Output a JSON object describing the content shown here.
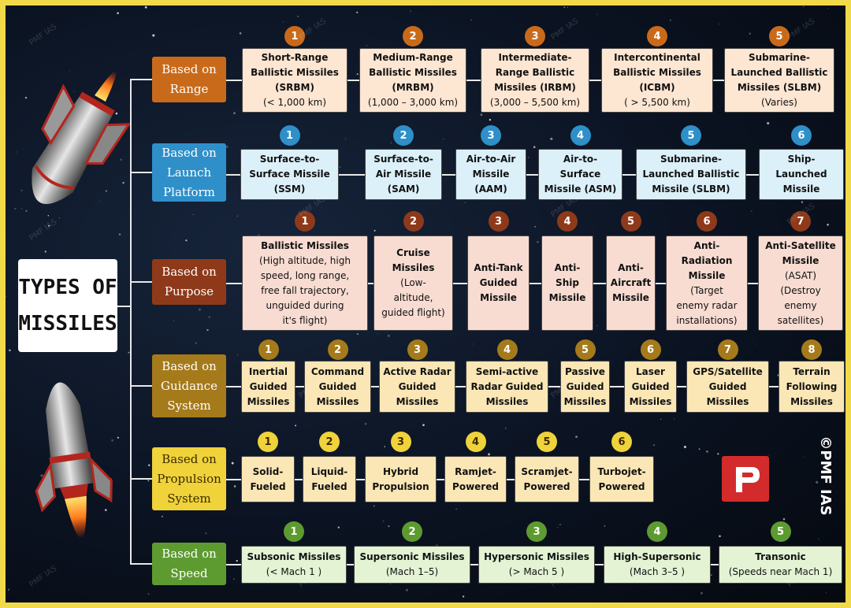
{
  "title": {
    "line1": "TYPES OF",
    "line2": "MISSILES"
  },
  "copyright": "©PMF IAS",
  "watermark": "PMF IAS",
  "colors": {
    "range": {
      "cat": "#c96a1b",
      "box": "#fde6d2",
      "circ": "#c96a1b"
    },
    "launch": {
      "cat": "#2e8fc9",
      "box": "#dcf0fa",
      "circ": "#2e8fc9"
    },
    "purpose": {
      "cat": "#8e3a1a",
      "box": "#f8dcd2",
      "circ": "#8e3a1a"
    },
    "guidance": {
      "cat": "#a57a1b",
      "box": "#fbe7b5",
      "circ": "#a57a1b"
    },
    "propulsion": {
      "cat": "#f0d23a",
      "box": "#fbe7b5",
      "circ": "#f0d23a"
    },
    "speed": {
      "cat": "#5d9b31",
      "box": "#e3f3d3",
      "circ": "#5d9b31"
    }
  },
  "categories": [
    {
      "key": "range",
      "label_lines": [
        "Based on",
        "Range"
      ],
      "items": [
        {
          "num": "1",
          "lines": [
            {
              "t": "Short-Range",
              "b": true
            },
            {
              "t": "Ballistic Missiles",
              "b": true
            },
            {
              "t": "(SRBM)",
              "b": true
            },
            {
              "t": "(< 1,000 km)",
              "b": false
            }
          ]
        },
        {
          "num": "2",
          "lines": [
            {
              "t": "Medium-Range",
              "b": true
            },
            {
              "t": "Ballistic Missiles",
              "b": true
            },
            {
              "t": "(MRBM)",
              "b": true
            },
            {
              "t": "(1,000 – 3,000 km)",
              "b": false
            }
          ]
        },
        {
          "num": "3",
          "lines": [
            {
              "t": "Intermediate-",
              "b": true
            },
            {
              "t": "Range Ballistic",
              "b": true
            },
            {
              "t": "Missiles (IRBM)",
              "b": true
            },
            {
              "t": "(3,000 – 5,500 km)",
              "b": false
            }
          ]
        },
        {
          "num": "4",
          "lines": [
            {
              "t": "Intercontinental",
              "b": true
            },
            {
              "t": "Ballistic Missiles",
              "b": true
            },
            {
              "t": "(ICBM)",
              "b": true
            },
            {
              "t": "( > 5,500 km)",
              "b": false
            }
          ]
        },
        {
          "num": "5",
          "lines": [
            {
              "t": "Submarine-",
              "b": true
            },
            {
              "t": "Launched Ballistic",
              "b": true
            },
            {
              "t": "Missiles (SLBM)",
              "b": true
            },
            {
              "t": "(Varies)",
              "b": false
            }
          ]
        }
      ]
    },
    {
      "key": "launch",
      "label_lines": [
        "Based on",
        "Launch",
        "Platform"
      ],
      "items": [
        {
          "num": "1",
          "lines": [
            {
              "t": "Surface-to-",
              "b": true
            },
            {
              "t": "Surface Missile",
              "b": true
            },
            {
              "t": "(SSM)",
              "b": true
            }
          ]
        },
        {
          "num": "2",
          "lines": [
            {
              "t": "Surface-to-",
              "b": true
            },
            {
              "t": "Air Missile",
              "b": true
            },
            {
              "t": "(SAM)",
              "b": true
            }
          ]
        },
        {
          "num": "3",
          "lines": [
            {
              "t": "Air-to-Air",
              "b": true
            },
            {
              "t": "Missile",
              "b": true
            },
            {
              "t": "(AAM)",
              "b": true
            }
          ]
        },
        {
          "num": "4",
          "lines": [
            {
              "t": "Air-to-",
              "b": true
            },
            {
              "t": "Surface",
              "b": true
            },
            {
              "t": "Missile (ASM)",
              "b": true
            }
          ]
        },
        {
          "num": "5",
          "lines": [
            {
              "t": "Submarine-",
              "b": true
            },
            {
              "t": "Launched Ballistic",
              "b": true
            },
            {
              "t": "Missile (SLBM)",
              "b": true
            }
          ]
        },
        {
          "num": "6",
          "lines": [
            {
              "t": "Ship-",
              "b": true
            },
            {
              "t": "Launched",
              "b": true
            },
            {
              "t": "Missile",
              "b": true
            }
          ]
        }
      ]
    },
    {
      "key": "purpose",
      "label_lines": [
        "Based on",
        "Purpose"
      ],
      "items": [
        {
          "num": "1",
          "lines": [
            {
              "t": "Ballistic Missiles",
              "b": true
            },
            {
              "t": "(High altitude, high",
              "b": false
            },
            {
              "t": "speed, long range,",
              "b": false
            },
            {
              "t": "free fall trajectory,",
              "b": false
            },
            {
              "t": "unguided during",
              "b": false
            },
            {
              "t": "it's flight)",
              "b": false
            }
          ]
        },
        {
          "num": "2",
          "lines": [
            {
              "t": "Cruise",
              "b": true
            },
            {
              "t": "Missiles",
              "b": true
            },
            {
              "t": "(Low-",
              "b": false
            },
            {
              "t": "altitude,",
              "b": false
            },
            {
              "t": "guided flight)",
              "b": false
            }
          ]
        },
        {
          "num": "3",
          "lines": [
            {
              "t": "Anti-Tank",
              "b": true
            },
            {
              "t": "Guided",
              "b": true
            },
            {
              "t": "Missile",
              "b": true
            }
          ]
        },
        {
          "num": "4",
          "lines": [
            {
              "t": "Anti-",
              "b": true
            },
            {
              "t": "Ship",
              "b": true
            },
            {
              "t": "Missile",
              "b": true
            }
          ]
        },
        {
          "num": "5",
          "lines": [
            {
              "t": "Anti-",
              "b": true
            },
            {
              "t": "Aircraft",
              "b": true
            },
            {
              "t": "Missile",
              "b": true
            }
          ]
        },
        {
          "num": "6",
          "lines": [
            {
              "t": "Anti-",
              "b": true
            },
            {
              "t": "Radiation",
              "b": true
            },
            {
              "t": "Missile",
              "b": true
            },
            {
              "t": "(Target",
              "b": false
            },
            {
              "t": "enemy radar",
              "b": false
            },
            {
              "t": "installations)",
              "b": false
            }
          ]
        },
        {
          "num": "7",
          "lines": [
            {
              "t": "Anti-Satellite",
              "b": true
            },
            {
              "t": "Missile",
              "b": true
            },
            {
              "t": "(ASAT)",
              "b": false
            },
            {
              "t": "(Destroy",
              "b": false
            },
            {
              "t": "enemy",
              "b": false
            },
            {
              "t": "satellites)",
              "b": false
            }
          ]
        }
      ]
    },
    {
      "key": "guidance",
      "label_lines": [
        "Based on",
        "Guidance",
        "System"
      ],
      "items": [
        {
          "num": "1",
          "lines": [
            {
              "t": "Inertial",
              "b": true
            },
            {
              "t": "Guided",
              "b": true
            },
            {
              "t": "Missiles",
              "b": true
            }
          ]
        },
        {
          "num": "2",
          "lines": [
            {
              "t": "Command",
              "b": true
            },
            {
              "t": "Guided",
              "b": true
            },
            {
              "t": "Missiles",
              "b": true
            }
          ]
        },
        {
          "num": "3",
          "lines": [
            {
              "t": "Active Radar",
              "b": true
            },
            {
              "t": "Guided",
              "b": true
            },
            {
              "t": "Missiles",
              "b": true
            }
          ]
        },
        {
          "num": "4",
          "lines": [
            {
              "t": "Semi-active",
              "b": true
            },
            {
              "t": "Radar Guided",
              "b": true
            },
            {
              "t": "Missiles",
              "b": true
            }
          ]
        },
        {
          "num": "5",
          "lines": [
            {
              "t": "Passive",
              "b": true
            },
            {
              "t": "Guided",
              "b": true
            },
            {
              "t": "Missiles",
              "b": true
            }
          ]
        },
        {
          "num": "6",
          "lines": [
            {
              "t": "Laser",
              "b": true
            },
            {
              "t": "Guided",
              "b": true
            },
            {
              "t": "Missiles",
              "b": true
            }
          ]
        },
        {
          "num": "7",
          "lines": [
            {
              "t": "GPS/Satellite",
              "b": true
            },
            {
              "t": "Guided",
              "b": true
            },
            {
              "t": "Missiles",
              "b": true
            }
          ]
        },
        {
          "num": "8",
          "lines": [
            {
              "t": "Terrain",
              "b": true
            },
            {
              "t": "Following",
              "b": true
            },
            {
              "t": "Missiles",
              "b": true
            }
          ]
        }
      ]
    },
    {
      "key": "propulsion",
      "label_lines": [
        "Based on",
        "Propulsion",
        "System"
      ],
      "items": [
        {
          "num": "1",
          "lines": [
            {
              "t": "Solid-",
              "b": true
            },
            {
              "t": "Fueled",
              "b": true
            }
          ]
        },
        {
          "num": "2",
          "lines": [
            {
              "t": "Liquid-",
              "b": true
            },
            {
              "t": "Fueled",
              "b": true
            }
          ]
        },
        {
          "num": "3",
          "lines": [
            {
              "t": "Hybrid",
              "b": true
            },
            {
              "t": "Propulsion",
              "b": true
            }
          ]
        },
        {
          "num": "4",
          "lines": [
            {
              "t": "Ramjet-",
              "b": true
            },
            {
              "t": "Powered",
              "b": true
            }
          ]
        },
        {
          "num": "5",
          "lines": [
            {
              "t": "Scramjet-",
              "b": true
            },
            {
              "t": "Powered",
              "b": true
            }
          ]
        },
        {
          "num": "6",
          "lines": [
            {
              "t": "Turbojet-",
              "b": true
            },
            {
              "t": "Powered",
              "b": true
            }
          ]
        }
      ]
    },
    {
      "key": "speed",
      "label_lines": [
        "Based on",
        "Speed"
      ],
      "items": [
        {
          "num": "1",
          "lines": [
            {
              "t": "Subsonic Missiles",
              "b": true
            },
            {
              "t": "(< Mach 1 )",
              "b": false
            }
          ]
        },
        {
          "num": "2",
          "lines": [
            {
              "t": "Supersonic Missiles",
              "b": true
            },
            {
              "t": "(Mach 1–5)",
              "b": false
            }
          ]
        },
        {
          "num": "3",
          "lines": [
            {
              "t": "Hypersonic Missiles",
              "b": true
            },
            {
              "t": "(> Mach 5 )",
              "b": false
            }
          ]
        },
        {
          "num": "4",
          "lines": [
            {
              "t": "High-Supersonic",
              "b": true
            },
            {
              "t": "(Mach 3–5 )",
              "b": false
            }
          ]
        },
        {
          "num": "5",
          "lines": [
            {
              "t": "Transonic",
              "b": true
            },
            {
              "t": "(Speeds near Mach 1)",
              "b": false
            }
          ]
        }
      ]
    }
  ]
}
